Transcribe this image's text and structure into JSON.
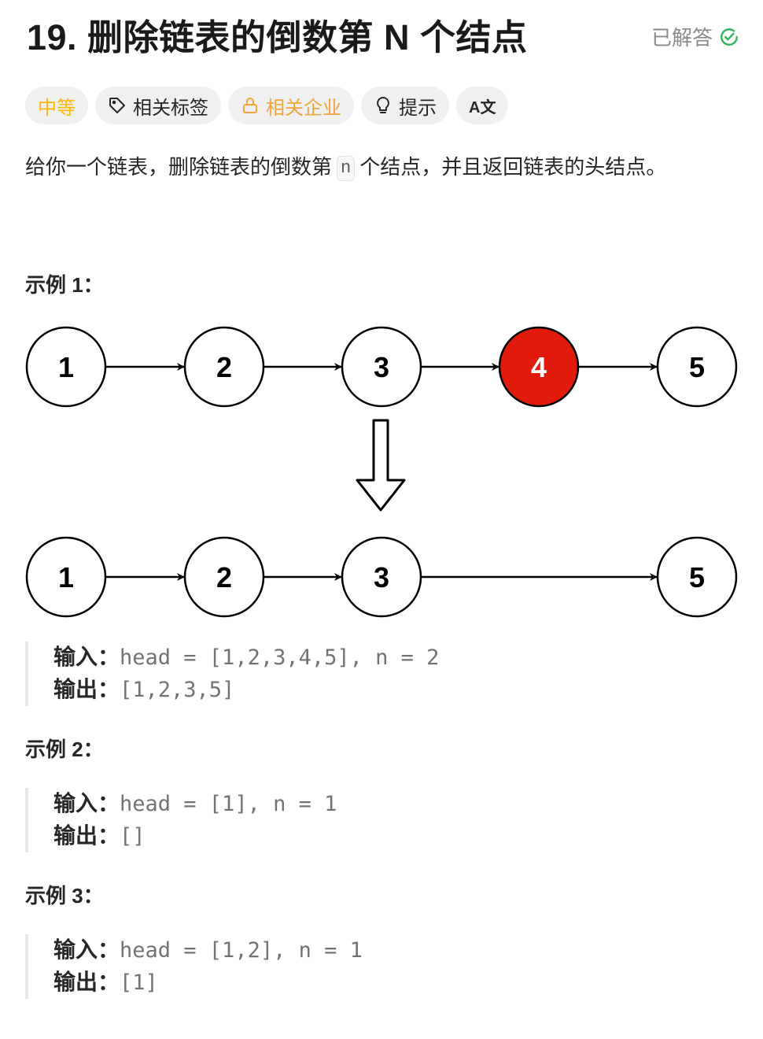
{
  "header": {
    "title": "19. 删除链表的倒数第 N 个结点",
    "status_label": "已解答",
    "status_color": "#2db55d"
  },
  "chips": {
    "difficulty": "中等",
    "tags": "相关标签",
    "companies": "相关企业",
    "hint": "提示",
    "translate": "A文"
  },
  "description": {
    "before": "给你一个链表，删除链表的倒数第",
    "code": "n",
    "after": "个结点，并且返回链表的头结点。"
  },
  "examples": [
    {
      "title": "示例 1：",
      "input_label": "输入：",
      "input_value": "head = [1,2,3,4,5], n = 2",
      "output_label": "输出：",
      "output_value": "[1,2,3,5]"
    },
    {
      "title": "示例 2：",
      "input_label": "输入：",
      "input_value": "head = [1], n = 1",
      "output_label": "输出：",
      "output_value": "[]"
    },
    {
      "title": "示例 3：",
      "input_label": "输入：",
      "input_value": "head = [1,2], n = 1",
      "output_label": "输出：",
      "output_value": "[1]"
    }
  ],
  "diagram": {
    "before_nodes": [
      "1",
      "2",
      "3",
      "4",
      "5"
    ],
    "removed_node": "4",
    "after_nodes": [
      "1",
      "2",
      "3",
      "5"
    ],
    "highlight_color": "#e01b0b"
  }
}
